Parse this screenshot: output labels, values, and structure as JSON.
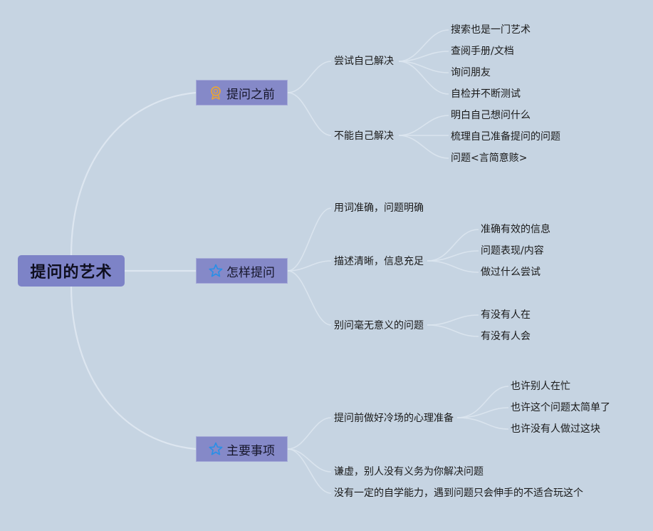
{
  "root": {
    "label": "提问的艺术"
  },
  "topics": [
    {
      "label": "提问之前",
      "icon": "award-ribbon-icon",
      "children": [
        {
          "label": "尝试自己解决",
          "children": [
            "搜索也是一门艺术",
            "查阅手册/文档",
            "询问朋友",
            "自检并不断测试"
          ]
        },
        {
          "label": "不能自己解决",
          "children": [
            "明白自己想问什么",
            "梳理自己准备提问的问题",
            "问题<言简意赅>"
          ]
        }
      ]
    },
    {
      "label": "怎样提问",
      "icon": "star-icon",
      "children": [
        {
          "label": "用词准确，问题明确",
          "children": []
        },
        {
          "label": "描述清晰，信息充足",
          "children": [
            "准确有效的信息",
            "问题表现/内容",
            "做过什么尝试"
          ]
        },
        {
          "label": "别问毫无意义的问题",
          "children": [
            "有没有人在",
            "有没有人会"
          ]
        }
      ]
    },
    {
      "label": "主要事项",
      "icon": "star-icon",
      "children": [
        {
          "label": "提问前做好冷场的心理准备",
          "children": [
            "也许别人在忙",
            "也许这个问题太简单了",
            "也许没有人做过这块"
          ]
        },
        {
          "label": "谦虚，别人没有义务为你解决问题",
          "children": []
        },
        {
          "label": "没有一定的自学能力，遇到问题只会伸手的不适合玩这个",
          "children": []
        }
      ]
    }
  ],
  "colors": {
    "background": "#c6d4e2",
    "root_fill": "#7d83c7",
    "topic_fill": "#8589c8",
    "connector": "#dbe5ef",
    "ribbon_icon": "#e6a43a",
    "star_icon": "#2b8fe6"
  }
}
